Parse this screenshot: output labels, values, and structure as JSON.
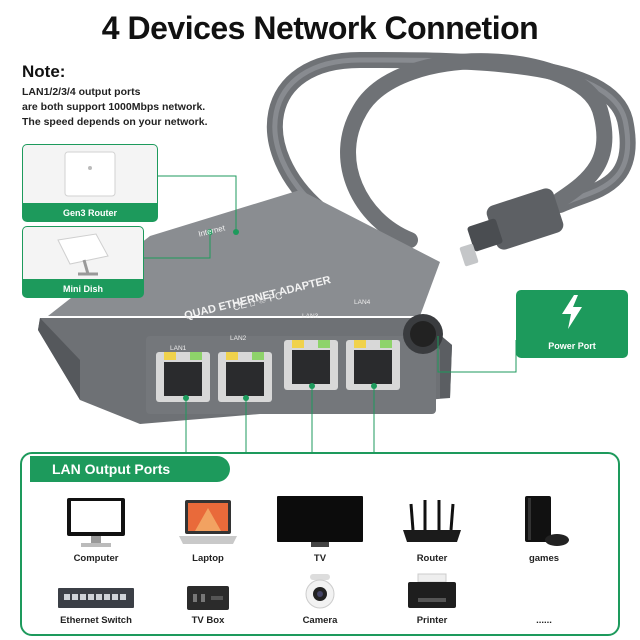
{
  "title": "4 Devices Network Connetion",
  "note": {
    "heading": "Note:",
    "lines": [
      "LAN1/2/3/4 output ports",
      "are both support 1000Mbps network.",
      "The speed depends on your network."
    ]
  },
  "adapter": {
    "name": "QUAD ETHERNET ADAPTER",
    "marks": "CE ⌂ ♲ FC",
    "top_port_label": "Internet",
    "ports": [
      "LAN1",
      "LAN2",
      "LAN3",
      "LAN4"
    ]
  },
  "inputs": {
    "router_label": "Gen3 Router",
    "dish_label": "Mini Dish"
  },
  "power": {
    "label": "Power Port",
    "icon": "lightning-bolt-icon"
  },
  "lan_output": {
    "heading": "LAN Output Ports",
    "row1": [
      "Computer",
      "Laptop",
      "TV",
      "Router",
      "games"
    ],
    "row2": [
      "Ethernet Switch",
      "TV Box",
      "Camera",
      "Printer",
      "......"
    ]
  },
  "colors": {
    "accent": "#1d9a5c",
    "device_body": "#6b6e72",
    "cable": "#7a7d81"
  }
}
